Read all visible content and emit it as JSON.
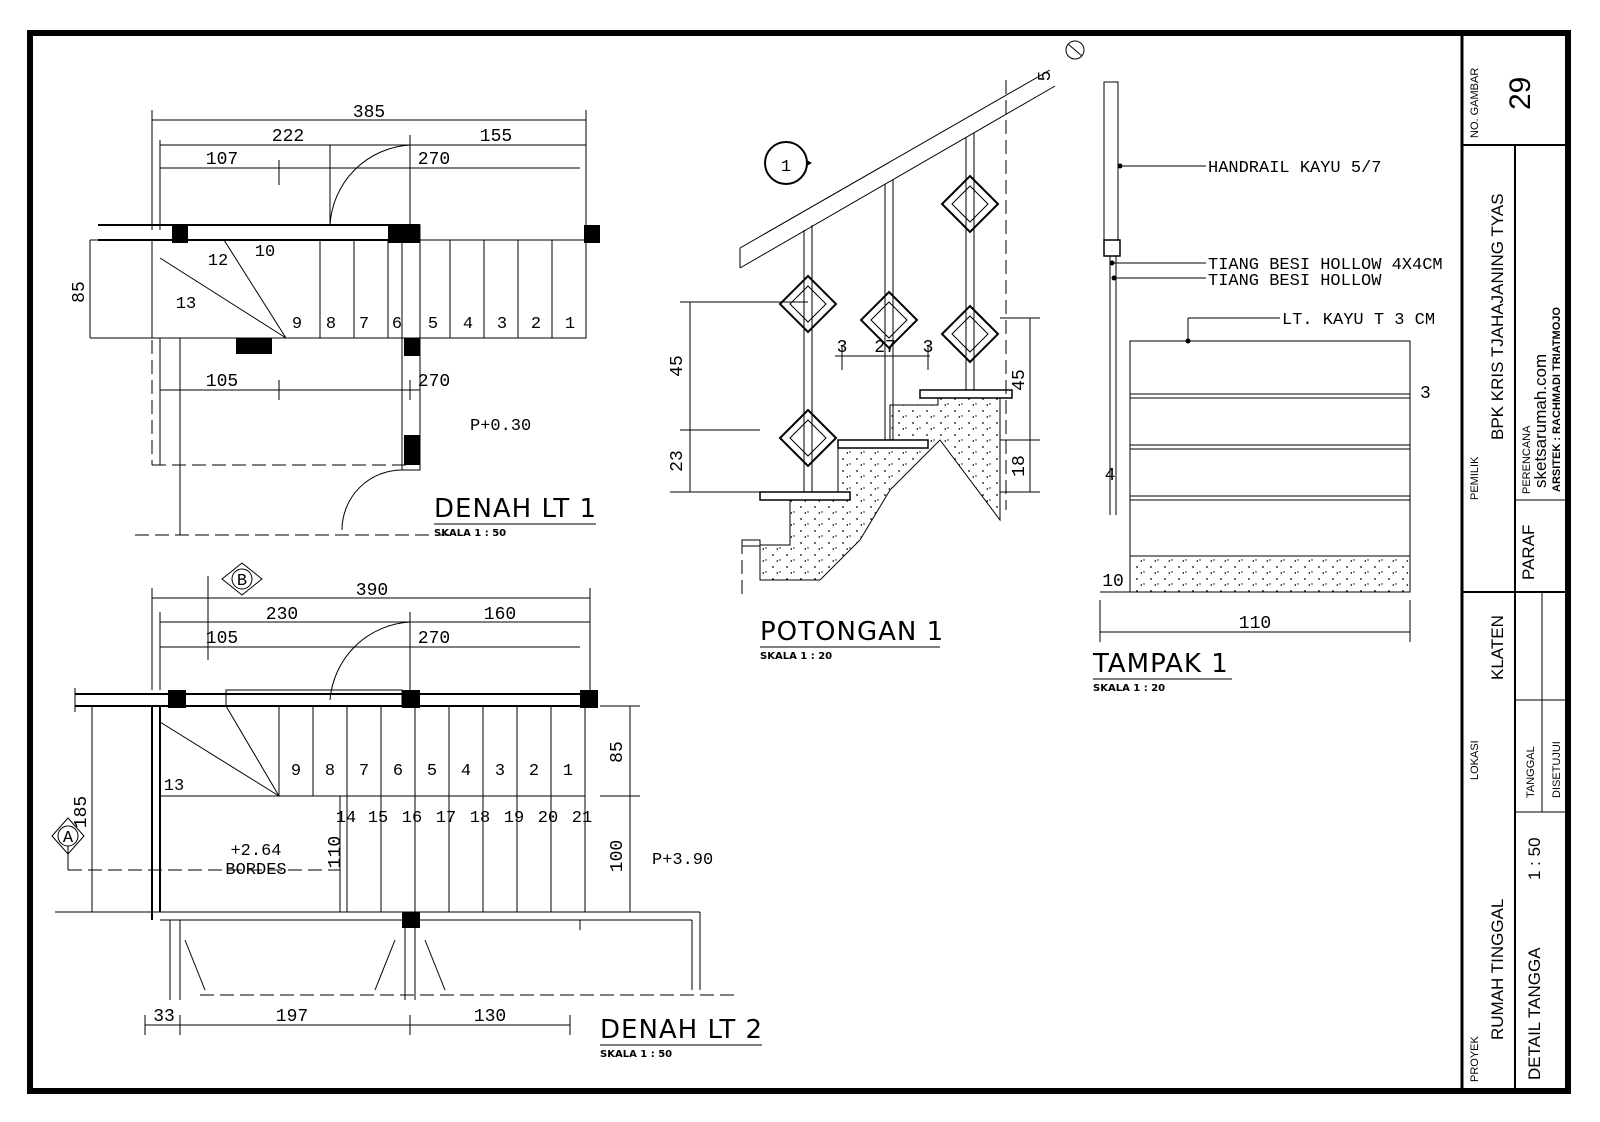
{
  "denah1": {
    "title": "DENAH LT 1",
    "scale": "SKALA 1 : 50",
    "dims": [
      "385",
      "222",
      "155",
      "107",
      "270",
      "85",
      "105",
      "270"
    ],
    "steps": [
      "1",
      "2",
      "3",
      "4",
      "5",
      "6",
      "7",
      "8",
      "9",
      "10",
      "12",
      "13"
    ],
    "level": "P+0.30"
  },
  "denah2": {
    "title": "DENAH LT 2",
    "scale": "SKALA 1 : 50",
    "marker": "B",
    "section_marker": "A",
    "dims": [
      "390",
      "230",
      "160",
      "105",
      "270",
      "185",
      "85",
      "110",
      "100",
      "33",
      "197",
      "130"
    ],
    "steps_top": [
      "9",
      "8",
      "7",
      "6",
      "5",
      "4",
      "3",
      "2",
      "1"
    ],
    "steps_bottom": [
      "14",
      "15",
      "16",
      "17",
      "18",
      "19",
      "20",
      "21"
    ],
    "step_13": "13",
    "bordes_level": "+2.64",
    "bordes_label": "BORDES",
    "level": "P+3.90"
  },
  "potongan": {
    "title": "POTONGAN 1",
    "scale": "SKALA 1 : 20",
    "marker": "1",
    "dims": [
      "45",
      "23",
      "3",
      "27",
      "3",
      "45",
      "18",
      "5"
    ]
  },
  "tampak": {
    "title": "TAMPAK 1",
    "scale": "SKALA 1 : 20",
    "labels": [
      "HANDRAIL KAYU 5/7",
      "TIANG BESI HOLLOW 4X4CM",
      "TIANG BESI HOLLOW",
      "LT. KAYU T 3 CM"
    ],
    "dims": [
      "110",
      "10",
      "4",
      "3"
    ]
  },
  "title_block": {
    "no_gambar_label": "NO. GAMBAR",
    "no_gambar": "29",
    "pemilik_label": "PEMILIK",
    "pemilik": "BPK KRIS TJAHAJANING TYAS",
    "perencana_label": "PERENCANA",
    "perencana_site": "sketsarumah.com",
    "perencana_arsitek": "ARSITEK : RACHMADI TRIATMOJO",
    "paraf_label": "PARAF",
    "lokasi_label": "LOKASI",
    "lokasi": "KLATEN",
    "tanggal_label": "TANGGAL",
    "disetujui_label": "DISETUJUI",
    "proyek_label": "PROYEK",
    "proyek": "RUMAH TINGGAL",
    "judul": "DETAIL TANGGA",
    "skala": "1 : 50"
  }
}
